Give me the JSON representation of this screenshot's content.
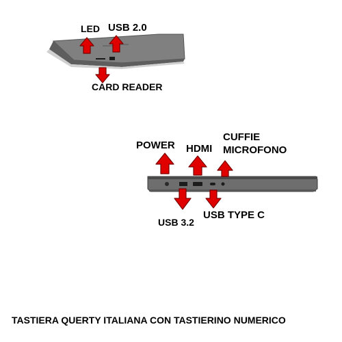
{
  "top_view": {
    "labels": {
      "led": "LED",
      "usb20": "USB 2.0",
      "card_reader": "CARD READER"
    }
  },
  "side_view": {
    "labels": {
      "power": "POWER",
      "hdmi": "HDMI",
      "cuffie_line1": "CUFFIE",
      "cuffie_line2": "MICROFONO",
      "usb32": "USB 3.2",
      "usb_type_c": "USB TYPE C"
    }
  },
  "caption": "TASTIERA QUERTY ITALIANA CON TASTIERINO NUMERICO",
  "colors": {
    "arrow_fill": "#e00000",
    "arrow_stroke": "#7a0000",
    "laptop_body": "#7b7b7b",
    "laptop_edge": "#4a4a4a"
  }
}
